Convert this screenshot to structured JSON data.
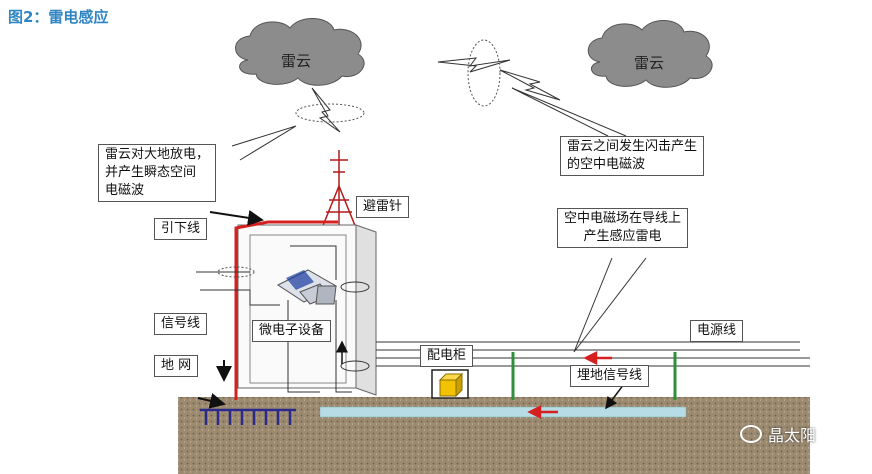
{
  "title": "图2：雷电感应",
  "clouds": [
    "雷云",
    "雷云"
  ],
  "labels": {
    "ground_discharge": "雷云对大地放电，\n并产生瞬态空间\n电磁波",
    "cloud_flash": "雷云之间发生闪击产生\n的空中电磁波",
    "lightning_rod": "避雷针",
    "down_conductor": "引下线",
    "induced_lightning": "空中电磁场在导线上\n产生感应雷电",
    "signal_line": "信号线",
    "microelectronics": "微电子设备",
    "power_line": "电源线",
    "distribution_cabinet": "配电柜",
    "ground_net": "地 网",
    "buried_signal_line": "埋地信号线"
  },
  "watermark": "晶太阳",
  "colors": {
    "title": "#2f86c3",
    "down_conductor": "#d62020",
    "cloud": "#8c8c8c",
    "ground": "#a08c70",
    "cabinet": "#f2c200",
    "ground_rods": "#2a2a8c",
    "buried_pipe": "#b8dce6"
  },
  "icons": [
    "lightning-bolt-icon",
    "wechat-icon"
  ]
}
